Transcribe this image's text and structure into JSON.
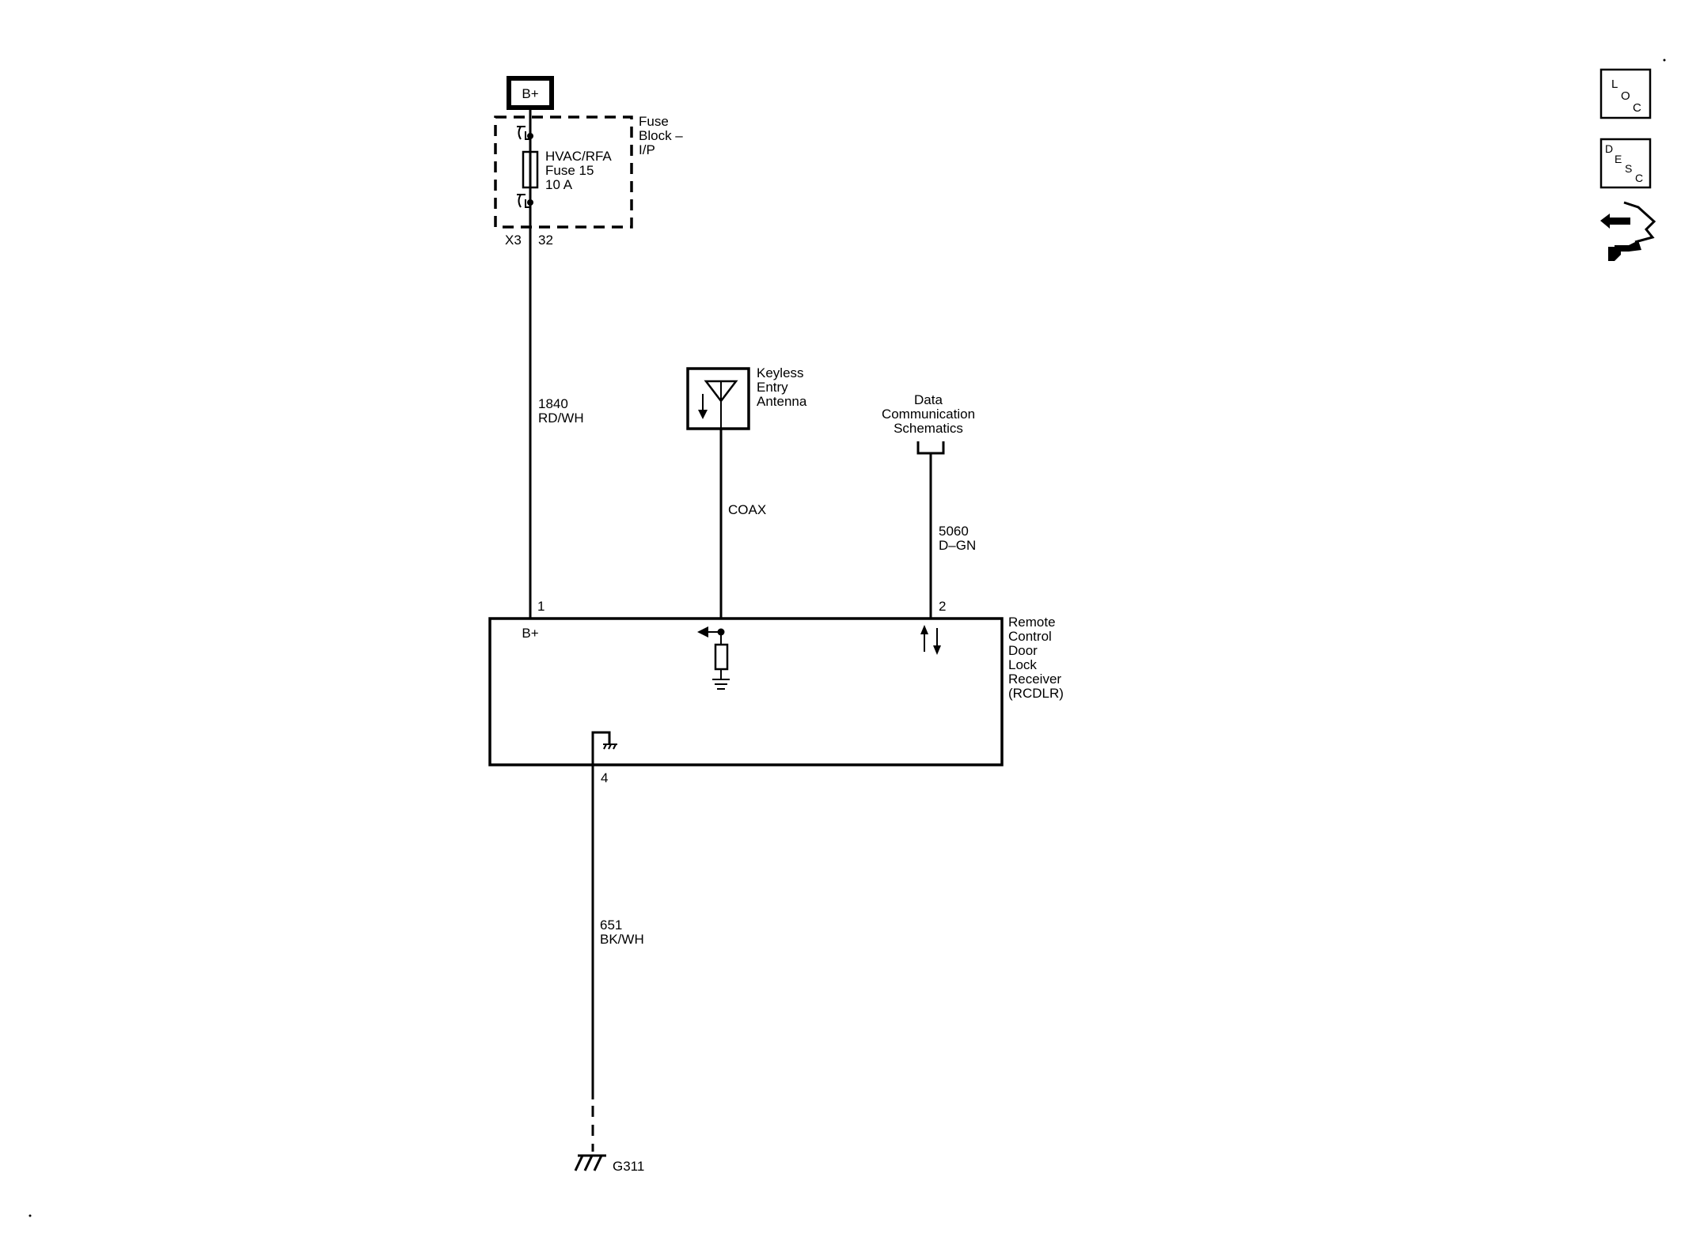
{
  "power_source": {
    "label": "B+"
  },
  "fuse_block": {
    "name_lines": [
      "Fuse",
      "Block –",
      "I/P"
    ],
    "fuse_lines": [
      "HVAC/RFA",
      "Fuse 15",
      "10 A"
    ],
    "connector": "X3",
    "pin": "32"
  },
  "wire_power": {
    "circuit": "1840",
    "color": "RD/WH"
  },
  "antenna": {
    "name_lines": [
      "Keyless",
      "Entry",
      "Antenna"
    ]
  },
  "wire_coax": {
    "label": "COAX"
  },
  "data_comm": {
    "name_lines": [
      "Data",
      "Communication",
      "Schematics"
    ]
  },
  "wire_data": {
    "circuit": "5060",
    "color": "D–GN"
  },
  "module": {
    "name_lines": [
      "Remote",
      "Control",
      "Door",
      "Lock",
      "Receiver",
      "(RCDLR)"
    ],
    "power_label": "B+",
    "pin_power": "1",
    "pin_data": "2",
    "pin_ground": "4"
  },
  "wire_ground": {
    "circuit": "651",
    "color": "BK/WH"
  },
  "ground": {
    "label": "G311"
  },
  "nav_icons": {
    "loc": {
      "letters": [
        "L",
        "O",
        "C"
      ]
    },
    "desc": {
      "letters": [
        "D",
        "E",
        "S",
        "C"
      ]
    },
    "connector_icon": "connector-tool-icon"
  }
}
